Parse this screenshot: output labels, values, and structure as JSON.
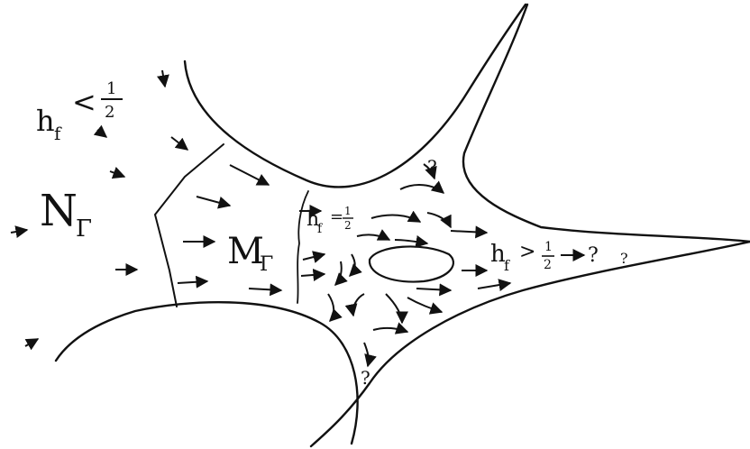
{
  "labels": {
    "hf_left": "h",
    "hf_left_sub": "f",
    "hf_left_rel": "<",
    "half_num": "1",
    "half_den": "2",
    "N_gamma": "N",
    "N_gamma_sub": "Γ",
    "M_gamma": "M",
    "M_gamma_sub": "Γ",
    "hf_mid": "h",
    "hf_mid_sub": "f",
    "hf_mid_rel": "=",
    "hf_right": "h",
    "hf_right_sub": "f",
    "hf_right_rel": ">",
    "question": "?"
  },
  "colors": {
    "ink": "#111111",
    "paper": "#ffffff"
  }
}
